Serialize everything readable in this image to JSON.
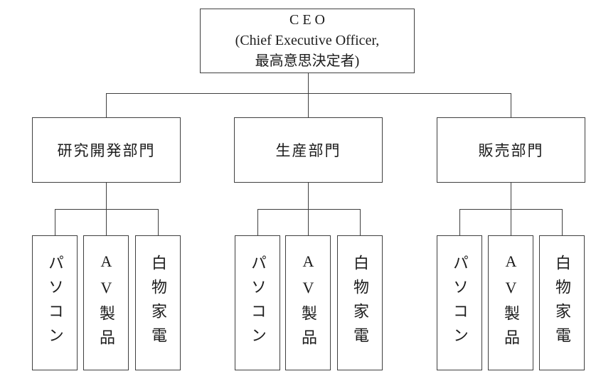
{
  "org_chart": {
    "ceo": {
      "line1": "C E O",
      "line2": "(Chief Executive Officer,",
      "line3": "最高意思決定者)"
    },
    "departments": [
      {
        "label": "研究開発部門",
        "children": [
          "パソコン",
          "AV製品",
          "白物家電"
        ]
      },
      {
        "label": "生産部門",
        "children": [
          "パソコン",
          "AV製品",
          "白物家電"
        ]
      },
      {
        "label": "販売部門",
        "children": [
          "パソコン",
          "AV製品",
          "白物家電"
        ]
      }
    ]
  },
  "colors": {
    "line": "#3f3f3f",
    "text": "#1c1c1c",
    "background": "#ffffff"
  }
}
